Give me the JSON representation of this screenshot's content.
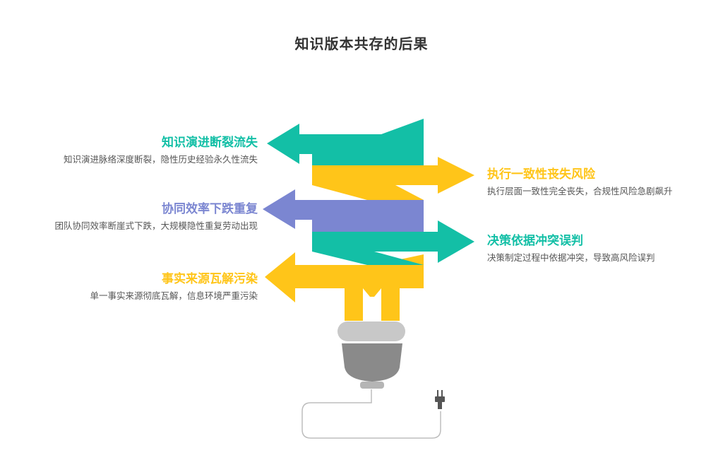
{
  "title": "知识版本共存的后果",
  "colors": {
    "teal": "#13BFA6",
    "yellow": "#FFC519",
    "purple": "#7B86D1",
    "bulb_base": "#8A8A8A",
    "bulb_base_light": "#C8C8C8",
    "cord": "#BDBDBD"
  },
  "items": [
    {
      "side": "left",
      "color": "teal",
      "title": "知识演进断裂流失",
      "desc": "知识演进脉络深度断裂，隐性历史经验永久性流失"
    },
    {
      "side": "right",
      "color": "yellow",
      "title": "执行一致性丧失风险",
      "desc": "执行层面一致性完全丧失，合规性风险急剧飙升"
    },
    {
      "side": "left",
      "color": "purple",
      "title": "协同效率下跌重复",
      "desc": "团队协同效率断崖式下跌，大规模隐性重复劳动出现"
    },
    {
      "side": "right",
      "color": "teal",
      "title": "决策依据冲突误判",
      "desc": "决策制定过程中依据冲突，导致高风险误判"
    },
    {
      "side": "left",
      "color": "yellow",
      "title": "事实来源瓦解污染",
      "desc": "单一事实来源彻底瓦解，信息环境严重污染"
    }
  ],
  "icons": [
    "lightbulb-base-icon",
    "plug-icon"
  ]
}
